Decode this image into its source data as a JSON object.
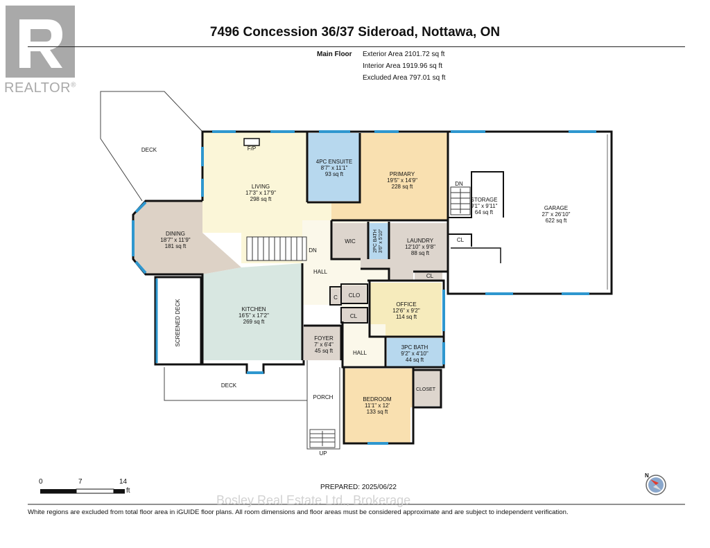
{
  "header": {
    "title": "7496 Concession 36/37 Sideroad, Nottawa, ON",
    "floor_label": "Main Floor",
    "exterior_area": "Exterior Area 2101.72 sq ft",
    "interior_area": "Interior Area 1919.96 sq ft",
    "excluded_area": "Excluded Area 797.01 sq ft"
  },
  "logo": {
    "text": "REALTOR",
    "mark": "®"
  },
  "colors": {
    "living": "#fbf6d8",
    "primary": "#f9e0b0",
    "ensuite": "#b7d8ee",
    "dining": "#ddd2c6",
    "kitchen": "#d8e7e1",
    "hall": "#fbf8ea",
    "service": "#ddd5cd",
    "office": "#f6ebbc",
    "bedroom": "#f9e0b0",
    "wall": "#111111",
    "window": "#2e97cf"
  },
  "rooms": {
    "ensuite": {
      "name": "4PC ENSUITE",
      "dims": "8'7\" x 11'1\"",
      "area": "93 sq ft"
    },
    "primary": {
      "name": "PRIMARY",
      "dims": "19'5\" x 14'9\"",
      "area": "228 sq ft"
    },
    "living": {
      "name": "LIVING",
      "dims": "17'3\" x 17'9\"",
      "area": "298 sq ft"
    },
    "dining": {
      "name": "DINING",
      "dims": "18'7\" x 11'9\"",
      "area": "181 sq ft"
    },
    "kitchen": {
      "name": "KITCHEN",
      "dims": "16'5\" x 17'2\"",
      "area": "269 sq ft"
    },
    "storage": {
      "name": "STORAGE",
      "dims": "9'1\" x 9'11\"",
      "area": "64 sq ft"
    },
    "garage": {
      "name": "GARAGE",
      "dims": "27' x 26'10\"",
      "area": "622 sq ft"
    },
    "laundry": {
      "name": "LAUNDRY",
      "dims": "12'10\" x 9'8\"",
      "area": "88 sq ft"
    },
    "bath2": {
      "name": "2PC BATH",
      "dims": "3'6\" x 5'10\""
    },
    "office": {
      "name": "OFFICE",
      "dims": "12'6\" x 9'2\"",
      "area": "114 sq ft"
    },
    "foyer": {
      "name": "FOYER",
      "dims": "7' x 6'4\"",
      "area": "45 sq ft"
    },
    "bath3": {
      "name": "3PC BATH",
      "dims": "9'2\" x 4'10\"",
      "area": "44 sq ft"
    },
    "bedroom": {
      "name": "BEDROOM",
      "dims": "11'1\" x 12'",
      "area": "133 sq ft"
    }
  },
  "labels": {
    "deck_top": "DECK",
    "deck_bottom": "DECK",
    "screened_deck": "SCREENED DECK",
    "porch": "PORCH",
    "hall_main": "HALL",
    "hall_small": "HALL",
    "wic": "WIC",
    "fp": "F/P",
    "dn_stair": "DN",
    "dn_garage": "DN",
    "up": "UP",
    "clo": "CLO",
    "c": "C",
    "cl_garage": "CL",
    "cl_laundry": "CL",
    "cl_foyer": "CL",
    "closet": "CLOSET"
  },
  "scale": {
    "ticks": [
      "0",
      "7",
      "14"
    ],
    "unit": "ft"
  },
  "footer": {
    "prepared": "PREPARED: 2025/06/22",
    "watermark": "Bosley Real Estate Ltd., Brokerage",
    "disclaimer": "White regions are excluded from total floor area in iGUIDE floor plans. All room dimensions and floor areas must be considered approximate and are subject to independent verification."
  },
  "compass": {
    "label": "N"
  }
}
